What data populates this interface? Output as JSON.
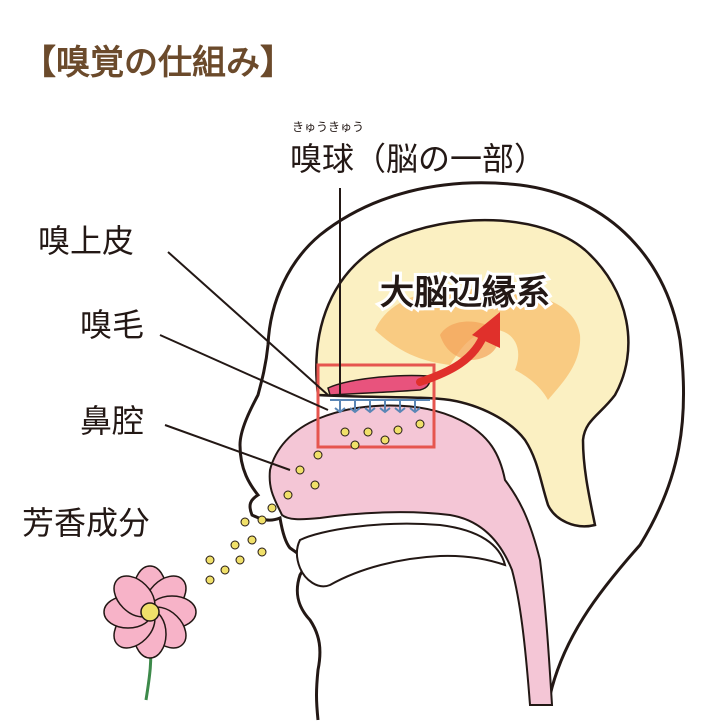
{
  "title": "【嗅覚の仕組み】",
  "labels": {
    "olfactory_bulb_ruby": "きゅうきゅう",
    "olfactory_bulb": "嗅球（脳の一部）",
    "olfactory_epithelium": "嗅上皮",
    "limbic_system": "大脳辺縁系",
    "olfactory_cilia": "嗅毛",
    "nasal_cavity": "鼻腔",
    "odor_components": "芳香成分"
  },
  "colors": {
    "title": "#6b4a2b",
    "highlight_box": "#e6554f",
    "arrow": "#e0302b",
    "brain_outer": "#fbf0c2",
    "brain_inner": "#f8c477",
    "nasal": "#f4c6d6",
    "bulb": "#e8537d",
    "cilia": "#5a86b5",
    "particles": "#f0e06a",
    "flower": "#f7b3c8"
  }
}
